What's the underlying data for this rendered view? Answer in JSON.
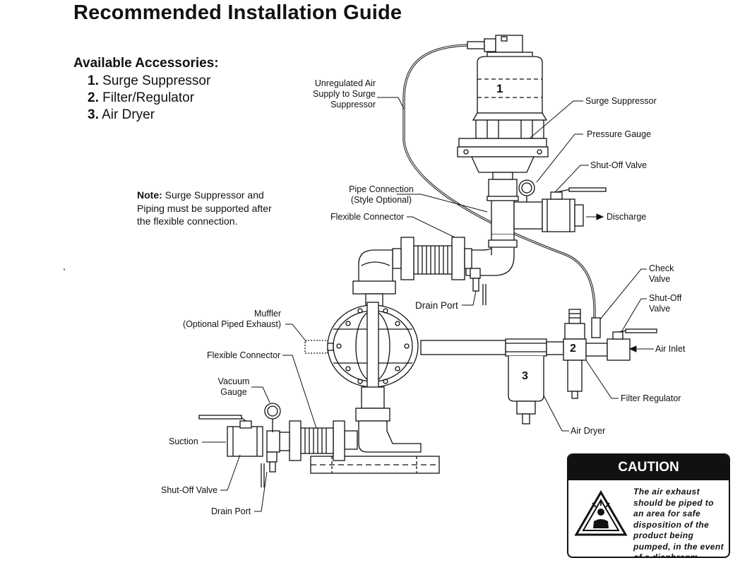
{
  "title": "Recommended Installation Guide",
  "accessories": {
    "heading": "Available Accessories:",
    "items": [
      {
        "num": "1.",
        "label": "Surge Suppressor"
      },
      {
        "num": "2.",
        "label": "Filter/Regulator"
      },
      {
        "num": "3.",
        "label": "Air Dryer"
      }
    ]
  },
  "note": {
    "prefix": "Note:",
    "text": "Surge Suppressor and Piping must be supported after the flexible connection."
  },
  "callouts": {
    "unregulated_air_1": "Unregulated Air",
    "unregulated_air_2": "Supply to Surge",
    "unregulated_air_3": "Suppressor",
    "surge_suppressor": "Surge Suppressor",
    "pressure_gauge": "Pressure Gauge",
    "shutoff_valve_top": "Shut-Off Valve",
    "discharge": "Discharge",
    "pipe_connection_1": "Pipe Connection",
    "pipe_connection_2": "(Style Optional)",
    "flexible_connector_top": "Flexible Connector",
    "drain_port_top": "Drain Port",
    "check_valve_1": "Check",
    "check_valve_2": "Valve",
    "shutoff_valve_right_1": "Shut-Off",
    "shutoff_valve_right_2": "Valve",
    "air_inlet": "Air Inlet",
    "filter_regulator": "Filter Regulator",
    "air_dryer": "Air Dryer",
    "muffler_1": "Muffler",
    "muffler_2": "(Optional Piped Exhaust)",
    "flexible_connector_left": "Flexible Connector",
    "vacuum_gauge_1": "Vacuum",
    "vacuum_gauge_2": "Gauge",
    "suction": "Suction",
    "shutoff_valve_bottom": "Shut-Off Valve",
    "drain_port_bottom": "Drain Port"
  },
  "component_numbers": {
    "surge": "1",
    "regulator": "2",
    "dryer": "3"
  },
  "caution": {
    "heading": "CAUTION",
    "text": "The air exhaust should be piped to an area for safe disposition of the product being pumped, in the event of a diaphragm failure."
  }
}
